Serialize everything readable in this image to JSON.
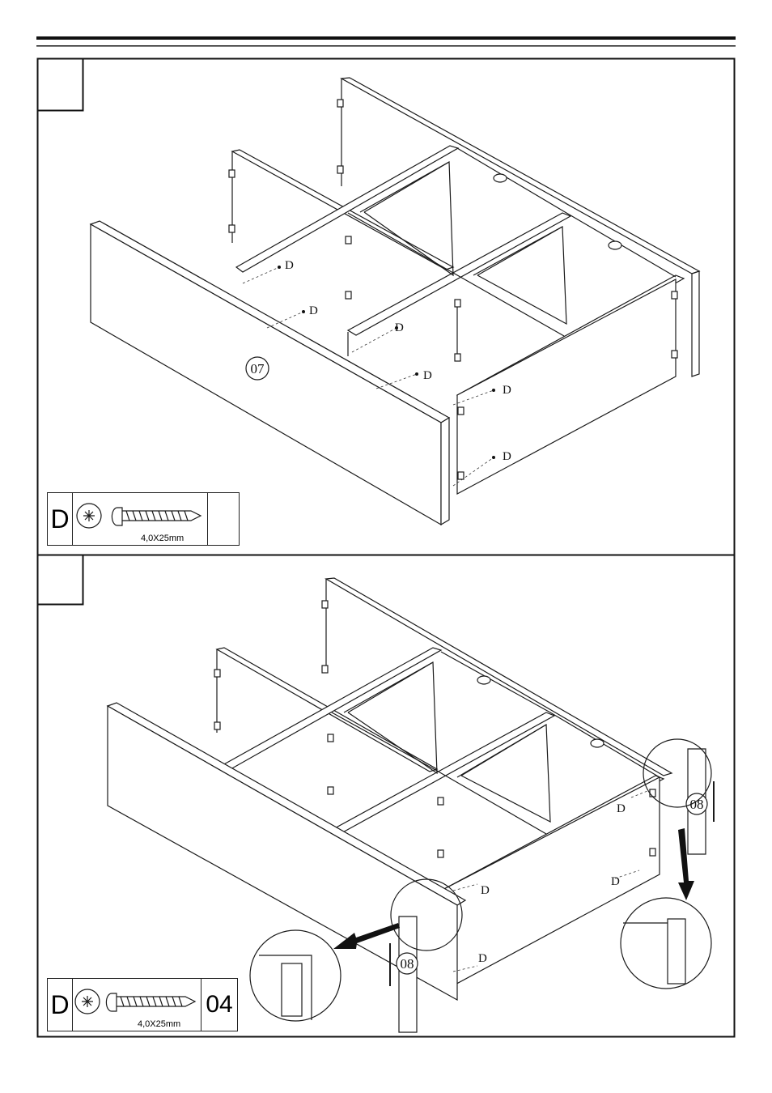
{
  "steps": [
    {
      "part_label": "07",
      "screw_callout": "D",
      "hardware": {
        "letter": "D",
        "icon": "phillips-screw-icon",
        "size": "4,0X25mm",
        "quantity": ""
      }
    },
    {
      "part_label": "08",
      "screw_callout": "D",
      "hardware": {
        "letter": "D",
        "icon": "phillips-screw-icon",
        "size": "4,0X25mm",
        "quantity": "04"
      }
    }
  ]
}
